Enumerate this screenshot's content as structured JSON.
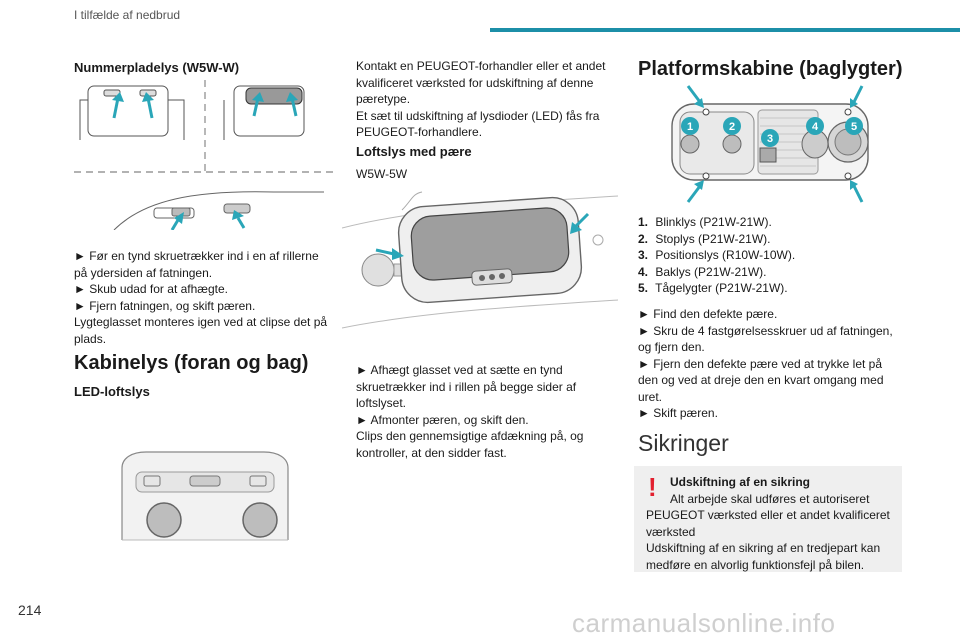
{
  "header": {
    "title": "I tilfælde af nedbrud",
    "accent": "#1c8fa8"
  },
  "page_number": "214",
  "watermark": "carmanualsonline.info",
  "col1": {
    "heading": "Nummerpladelys (W5W-W)",
    "steps": [
      "► Før en tynd skruetrækker ind i en af rillerne",
      "på ydersiden af fatningen.",
      "► Skub udad for at afhægte.",
      "► Fjern fatningen, og skift pæren."
    ],
    "note": [
      "Lygteglasset monteres igen ved at clipse det på",
      "plads."
    ],
    "section": "Kabinelys (foran og bag)",
    "sub": "LED-loftslys"
  },
  "col2": {
    "intro": [
      "Kontakt en PEUGEOT-forhandler eller et andet",
      "kvalificeret værksted for udskiftning af denne",
      "pæretype.",
      "Et sæt til udskiftning af lysdioder (LED) fås fra",
      "PEUGEOT-forhandlere."
    ],
    "sub": "Loftslys med pære",
    "bulb": "W5W-5W",
    "steps": [
      "► Afhægt glasset ved at sætte en tynd",
      "skruetrækker ind i rillen på begge sider af",
      "loftslyset.",
      "► Afmonter pæren, og skift den.",
      "Clips den gennemsigtige afdækning på, og",
      "kontroller, at den sidder fast."
    ]
  },
  "col3": {
    "heading": "Platformskabine (baglygter)",
    "badges": [
      "1",
      "2",
      "3",
      "4",
      "5"
    ],
    "list": [
      {
        "n": "1.",
        "t": "Blinklys (P21W-21W)."
      },
      {
        "n": "2.",
        "t": "Stoplys (P21W-21W)."
      },
      {
        "n": "3.",
        "t": "Positionslys (R10W-10W)."
      },
      {
        "n": "4.",
        "t": "Baklys (P21W-21W)."
      },
      {
        "n": "5.",
        "t": "Tågelygter (P21W-21W)."
      }
    ],
    "steps": [
      "► Find den defekte pære.",
      "► Skru de 4 fastgørelsesskruer ud af fatningen,",
      "og fjern den.",
      "► Fjern den defekte pære ved at trykke let på",
      "den og ved at dreje den en kvart omgang med",
      "uret.",
      "► Skift pæren."
    ],
    "section": "Sikringer",
    "warn_title": "Udskiftning af en sikring",
    "warn_lines": [
      "Alt arbejde skal udføres et autoriseret",
      "PEUGEOT værksted eller et andet kvalificeret",
      "værksted",
      "Udskiftning af en sikring af en tredjepart kan",
      "medføre en alvorlig funktionsfejl på bilen."
    ]
  }
}
